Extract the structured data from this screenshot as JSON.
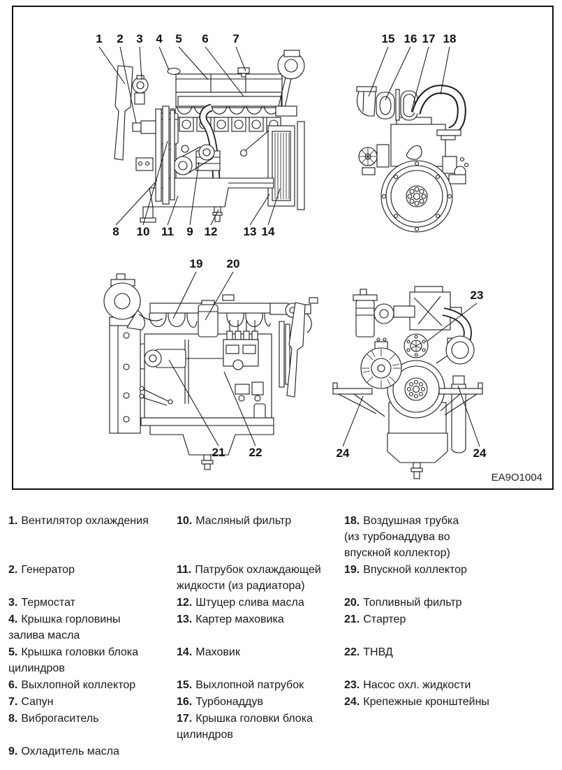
{
  "colors": {
    "line": "#1a1a1a",
    "background": "#ffffff"
  },
  "figure": {
    "code": "EA9O1004",
    "callouts": [
      "1",
      "2",
      "3",
      "4",
      "5",
      "6",
      "7",
      "8",
      "10",
      "11",
      "9",
      "12",
      "13",
      "14",
      "15",
      "16",
      "17",
      "18",
      "19",
      "20",
      "21",
      "22",
      "23",
      "24",
      "24"
    ]
  },
  "legend": {
    "items": [
      {
        "num": "1.",
        "text": "Вентилятор охлаждения"
      },
      {
        "num": "2.",
        "text": "Генератор"
      },
      {
        "num": "3.",
        "text": "Термостат"
      },
      {
        "num": "4.",
        "text": "Крышка горловины\nзалива масла"
      },
      {
        "num": "5.",
        "text": "Крышка головки блока\nцилиндров"
      },
      {
        "num": "6.",
        "text": "Выхлопной коллектор"
      },
      {
        "num": "7.",
        "text": "Сапун"
      },
      {
        "num": "8.",
        "text": "Виброгаситель"
      },
      {
        "num": "9.",
        "text": "Охладитель масла"
      },
      {
        "num": "10.",
        "text": "Масляный фильтр"
      },
      {
        "num": "11.",
        "text": "Патрубок охлаждающей\nжидкости (из радиатора)"
      },
      {
        "num": "12.",
        "text": "Штуцер слива масла"
      },
      {
        "num": "13.",
        "text": "Картер маховика"
      },
      {
        "num": "14.",
        "text": "Маховик"
      },
      {
        "num": "15.",
        "text": "Выхлопной патрубок"
      },
      {
        "num": "16.",
        "text": "Турбонаддув"
      },
      {
        "num": "17.",
        "text": "Крышка головки блока\nцилиндров"
      },
      {
        "num": "18.",
        "text": "Воздушная трубка\n(из турбонаддува во\nвпускной коллектор)"
      },
      {
        "num": "19.",
        "text": "Впускной коллектор"
      },
      {
        "num": "20.",
        "text": "Топливный фильтр"
      },
      {
        "num": "21.",
        "text": "Стартер"
      },
      {
        "num": "22.",
        "text": "ТНВД"
      },
      {
        "num": "23.",
        "text": "Насос охл. жидкости"
      },
      {
        "num": "24.",
        "text": "Крепежные кронштейны"
      }
    ]
  }
}
